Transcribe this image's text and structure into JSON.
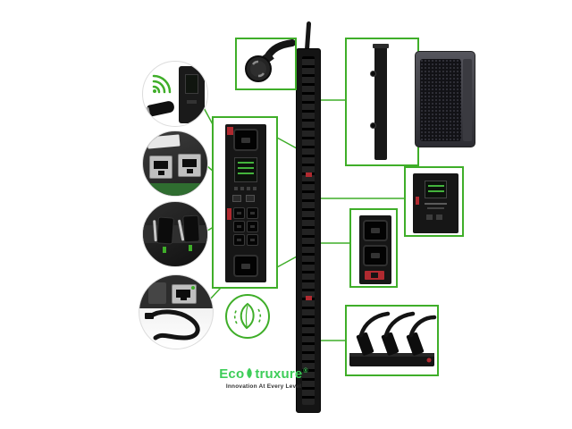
{
  "colors": {
    "accent_green": "#3fae29",
    "logo_green": "#3dcd58",
    "hardware_black": "#161616",
    "alert_red": "#b02a30",
    "background": "#ffffff"
  },
  "logo": {
    "prefix": "Eco",
    "suffix": "truxure",
    "registered_mark": "®",
    "tagline": "Innovation At Every Level"
  },
  "callouts": {
    "top_left_circle": "wifi-dongle-and-display",
    "left_circle_2": "dual-network-ports",
    "left_circle_3": "locking-outlet-receptacles",
    "left_circle_4": "sensor-port-and-cable",
    "top_center_box": "twist-lock-power-plug",
    "center_box": "pdu-outlet-panel-closeup",
    "top_right_box": "vertical-mounting-rail",
    "top_right_photo": "rack-enclosure",
    "right_middle_box": "metered-display-module",
    "center_right_box": "c19-outlet-pair-with-breaker",
    "bottom_right_box": "outlets-with-locked-cords",
    "center_bottom_badge": "green-premium-leaf-badge"
  }
}
